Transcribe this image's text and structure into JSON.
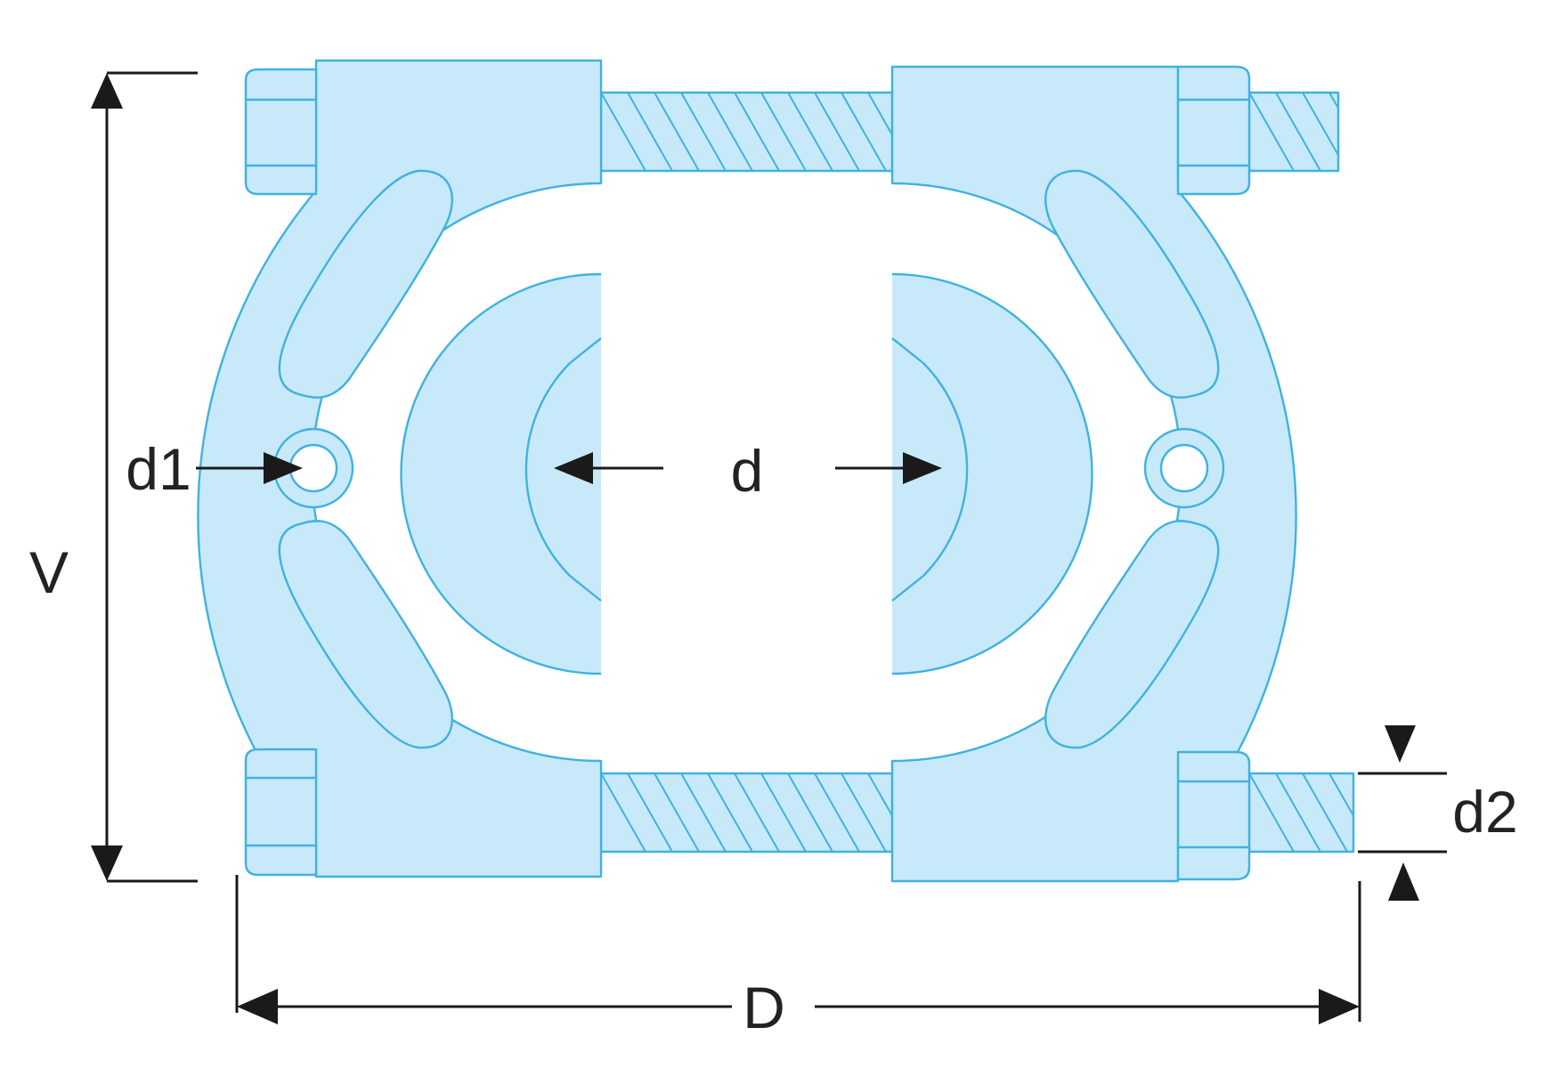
{
  "colors": {
    "part_fill": "#c8e9f9",
    "part_stroke": "#3fb2e0",
    "dimension_lines": "#1a1a1a",
    "background": "#ffffff"
  },
  "labels": {
    "overall_height": "V",
    "bolt_hole": "d1",
    "inner_diameter": "d",
    "thread_diameter": "d2",
    "overall_width": "D"
  }
}
